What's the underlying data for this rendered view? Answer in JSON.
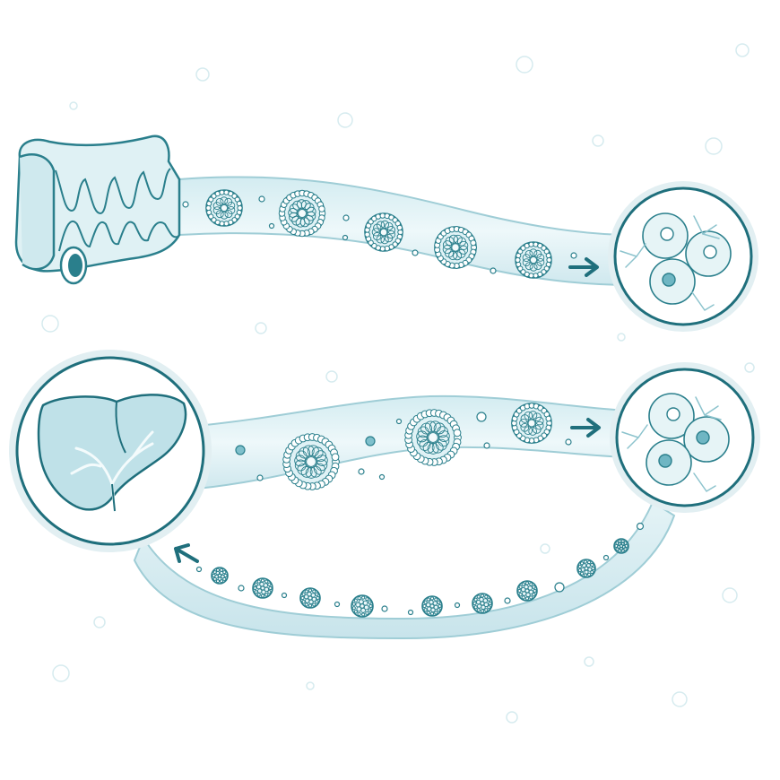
{
  "colors": {
    "background": "#ffffff",
    "line": "#2a7f8c",
    "line_dark": "#1f6f7c",
    "vessel_fill": "#e3f2f5",
    "vessel_edge": "#9fcdd6",
    "tissue_fill": "#d7eef2",
    "liver_fill": "#bfe1e8",
    "cell_fill": "#e6f4f6",
    "particle_fill": "#eef8fa",
    "accent": "#1d6d7a"
  },
  "icons": {
    "intestine": "intestine-icon",
    "cells_top": "cell-cluster-icon",
    "cells_bottom": "cell-cluster-icon",
    "liver": "liver-icon",
    "arrow_right": "arrow-right-icon",
    "arrow_left": "arrow-left-icon"
  },
  "diagram": {
    "flows": [
      {
        "from": "intestine",
        "to": "cells_top",
        "particles": 5
      },
      {
        "from": "liver",
        "to": "cells_bottom",
        "particles": 3
      },
      {
        "from": "cells_bottom",
        "to": "liver",
        "particles": 9
      }
    ]
  }
}
